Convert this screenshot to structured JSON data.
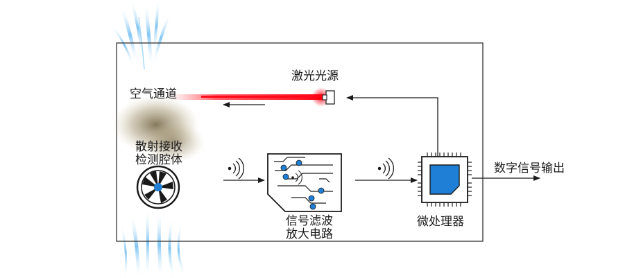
{
  "labels": {
    "air_channel": "空气通道",
    "laser_source": "激光光源",
    "scatter_receiver_line1": "散射接收",
    "scatter_receiver_line2": "检测腔体",
    "filter_amp_line1": "信号滤波",
    "filter_amp_line2": "放大电路",
    "microprocessor": "微处理器",
    "digital_output": "数字信号输出"
  },
  "colors": {
    "laser": "#ff1a2a",
    "air_flow": "#5ab4f0",
    "chip": "#1f7fd6",
    "line": "#1a1a1a",
    "dust": "#8a7a55"
  },
  "icons": {
    "fan": "fan-icon",
    "wave": "signal-wave-icon",
    "circuit": "circuit-board-icon",
    "chip": "microchip-icon",
    "laser": "laser-emitter-icon"
  }
}
